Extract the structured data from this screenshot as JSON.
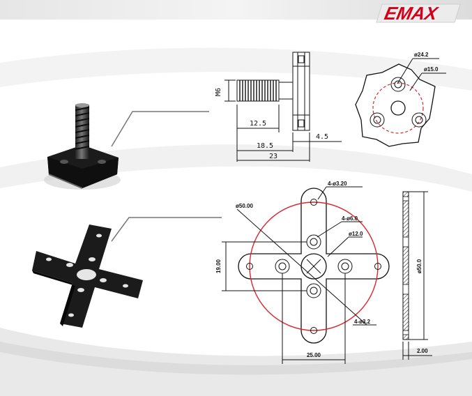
{
  "brand": {
    "logo_text": "EMAX",
    "accent": "#d0021b"
  },
  "shaft_drawing": {
    "thread_label": "M6",
    "dims": [
      "12.5",
      "4.5",
      "18.5",
      "23"
    ]
  },
  "adapter_drawing": {
    "dims": [
      "ø24.2",
      "ø15.0"
    ]
  },
  "mount_drawing": {
    "dims": [
      "4-ø3.20",
      "ø50.00",
      "4-ø6.0",
      "ø12.0",
      "19.00",
      "4-ø3.2",
      "25.00"
    ]
  },
  "side_drawing": {
    "dims": [
      "ø50.0",
      "2.00"
    ]
  },
  "colors": {
    "line": "#111111",
    "circle": "#d9262c",
    "part": "#1b1b1b"
  }
}
